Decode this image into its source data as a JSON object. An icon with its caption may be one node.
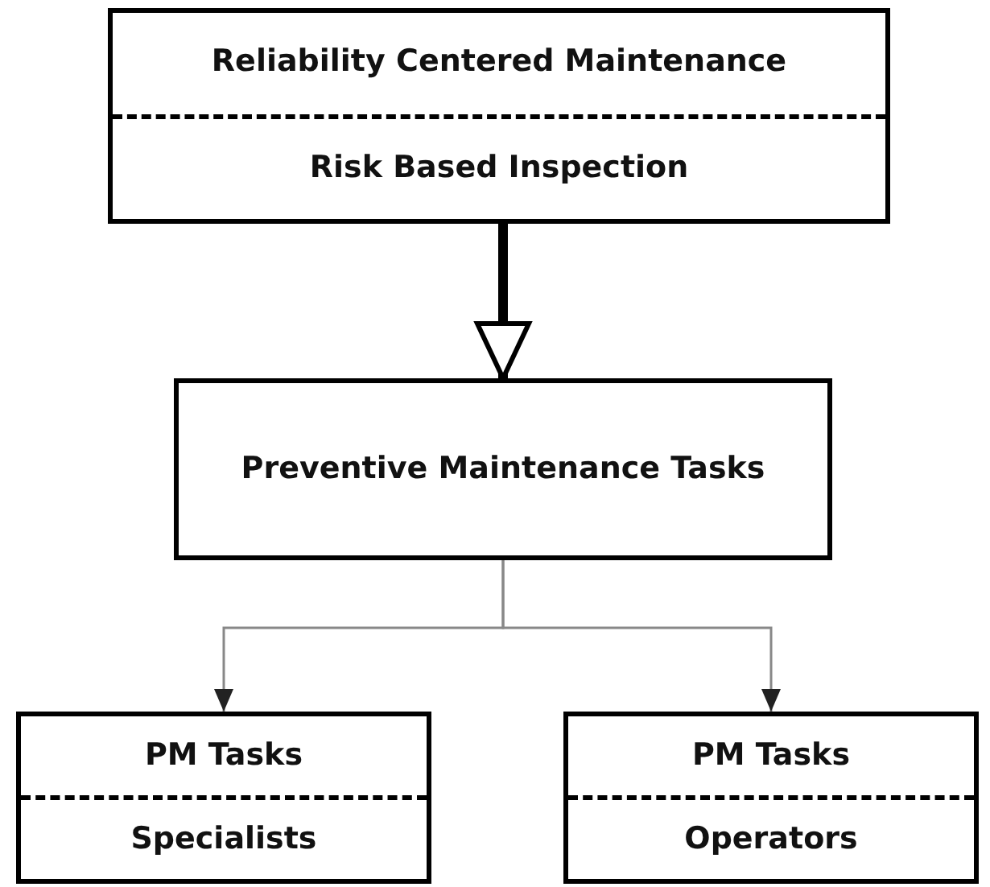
{
  "diagram": {
    "nodes": [
      {
        "text": [
          "Reliability Centered Maintenance",
          "Risk Based Inspection"
        ]
      },
      {
        "text": [
          "Preventive Maintenance Tasks"
        ]
      },
      {
        "text": [
          "PM Tasks",
          "Specialists"
        ]
      },
      {
        "text": [
          "PM Tasks",
          "Operators"
        ]
      }
    ],
    "edges": [
      {
        "from": 0,
        "to": 1,
        "arrow": "to",
        "style": "thick",
        "color": "#000000"
      },
      {
        "from": 1,
        "to": 2,
        "arrow": "to"
      },
      {
        "from": 1,
        "to": 3,
        "arrow": "to"
      }
    ]
  }
}
